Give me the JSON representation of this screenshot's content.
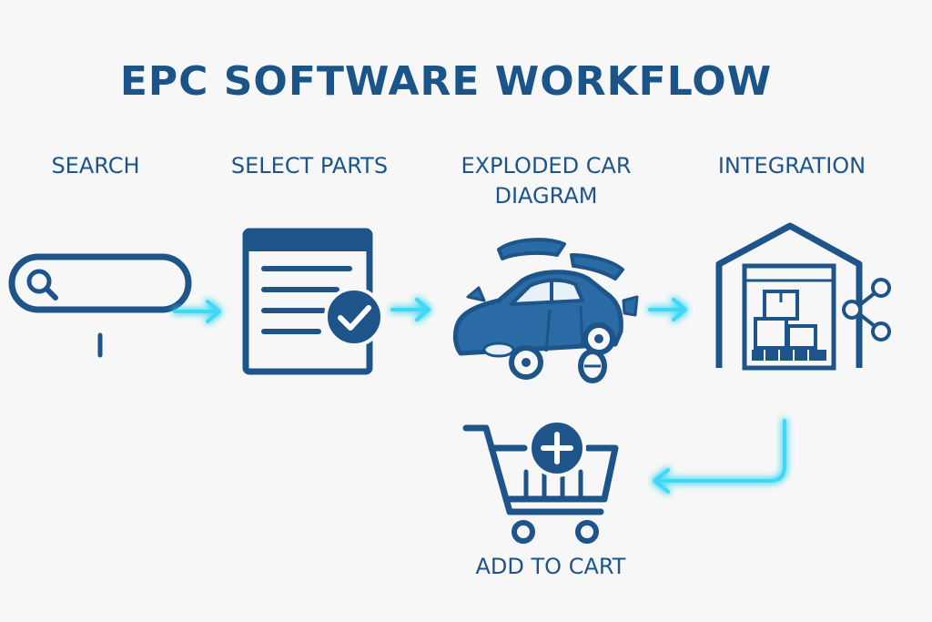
{
  "title": "EPC SOFTWARE WORKFLOW",
  "steps": [
    {
      "id": "search",
      "label_lines": [
        "SEARCH"
      ],
      "icon": "search-icon"
    },
    {
      "id": "select-parts",
      "label_lines": [
        "SELECT PARTS"
      ],
      "icon": "checklist-document-icon"
    },
    {
      "id": "exploded-car-diagram",
      "label_lines": [
        "EXPLODED CAR",
        "DIAGRAM"
      ],
      "icon": "exploded-car-icon"
    },
    {
      "id": "integration",
      "label_lines": [
        "INTEGRATION"
      ],
      "icon": "warehouse-share-icon"
    },
    {
      "id": "add-to-cart",
      "label_lines": [
        "ADD TO CART"
      ],
      "icon": "cart-plus-icon"
    }
  ],
  "colors": {
    "primary": "#1d5489",
    "arrow_glow": "#3fd8f5",
    "background": "#f7f7f7"
  }
}
